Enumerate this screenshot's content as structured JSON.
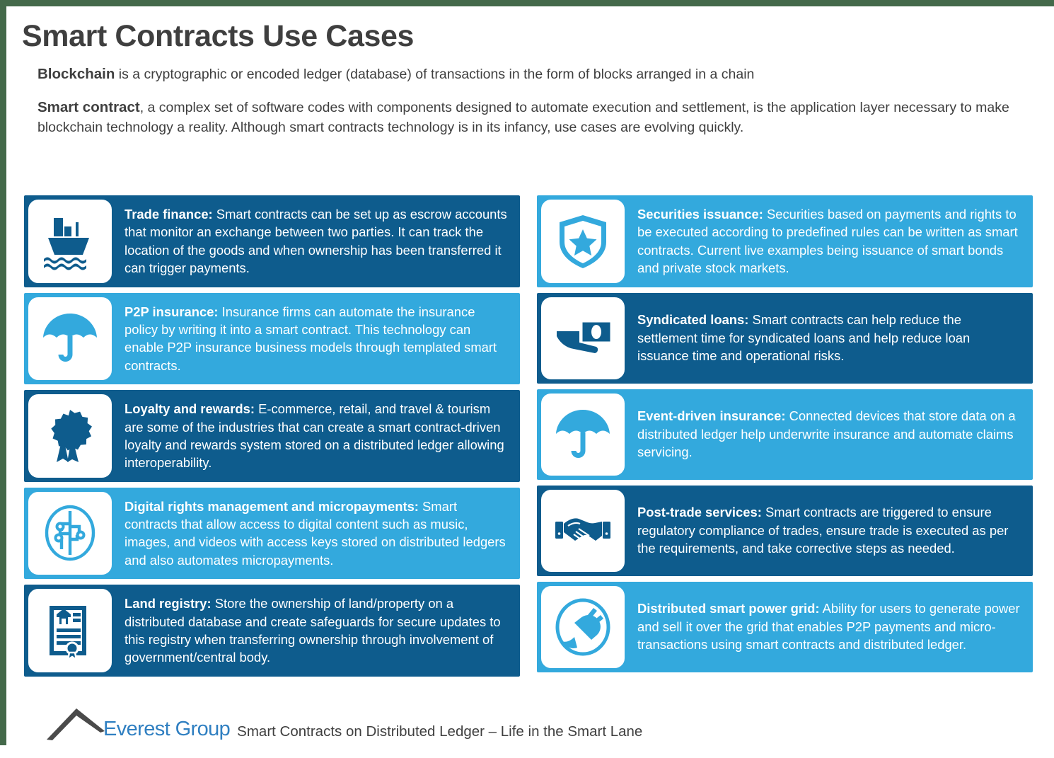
{
  "colors": {
    "dark_blue": "#0e5c8d",
    "light_blue": "#33a9dd",
    "text_gray": "#3f3f3f",
    "border_green": "#44694a",
    "logo_blue": "#2f7fc1"
  },
  "header": {
    "title": "Smart Contracts Use Cases",
    "paragraphs": [
      {
        "lead": "Blockchain",
        "rest": " is a cryptographic or encoded ledger (database) of transactions in the form of blocks arranged in a chain"
      },
      {
        "lead": "Smart contract",
        "rest": ", a complex set of software codes with components designed to automate execution and settlement, is the application layer necessary to make blockchain technology a reality. Although smart contracts technology is in its infancy, use cases are evolving quickly."
      }
    ]
  },
  "columns": [
    {
      "cards": [
        {
          "theme": "dark",
          "icon": "cargo-ship-icon",
          "title": "Trade finance:",
          "body": " Smart contracts can be set up as escrow accounts that monitor an exchange between two parties. It can track the location of the goods and when ownership has been transferred it can trigger payments."
        },
        {
          "theme": "light",
          "icon": "umbrella-icon",
          "title": "P2P insurance:",
          "body": " Insurance firms can automate the insurance policy by writing it into a smart contract. This technology can enable P2P insurance business models through templated smart contracts."
        },
        {
          "theme": "dark",
          "icon": "award-rosette-icon",
          "title": "Loyalty and rewards:",
          "body": " E-commerce, retail, and travel & tourism are some of the industries that can create a smart contract-driven loyalty and rewards system stored on a distributed ledger allowing interoperability."
        },
        {
          "theme": "light",
          "icon": "circuit-circle-icon",
          "title": "Digital rights management and micropayments:",
          "body": " Smart contracts that allow access to digital content such as music, images, and videos with access keys stored on distributed ledgers and also automates micropayments."
        },
        {
          "theme": "dark",
          "icon": "property-deed-icon",
          "title": "Land registry:",
          "body": " Store the ownership of land/property on a distributed database and create safeguards for secure updates to this registry when transferring ownership through involvement of government/central body."
        }
      ]
    },
    {
      "cards": [
        {
          "theme": "light",
          "icon": "shield-star-icon",
          "title": "Securities issuance:",
          "body": " Securities based on payments and rights to be executed according to predefined rules can be written as smart contracts. Current live examples being issuance of smart bonds and private stock markets."
        },
        {
          "theme": "dark",
          "icon": "hand-cash-icon",
          "title": "Syndicated loans:",
          "body": " Smart contracts can help reduce the settlement time for syndicated loans and help reduce loan issuance time and operational risks."
        },
        {
          "theme": "light",
          "icon": "umbrella-icon",
          "title": "Event-driven insurance:",
          "body": " Connected devices that store data on a distributed ledger help underwrite insurance and automate claims servicing."
        },
        {
          "theme": "dark",
          "icon": "handshake-icon",
          "title": "Post-trade services:",
          "body": " Smart contracts are triggered to ensure regulatory compliance of trades, ensure trade is executed as per the requirements, and take corrective steps as needed."
        },
        {
          "theme": "light",
          "icon": "power-plug-circle-icon",
          "title": "Distributed smart power grid:",
          "body": " Ability for users to generate power and sell it over the grid that enables P2P payments and micro-transactions using smart contracts and distributed ledger."
        }
      ]
    }
  ],
  "footer": {
    "logo_text": "Everest Group",
    "caption": "Smart Contracts on Distributed Ledger – Life in the Smart Lane"
  }
}
